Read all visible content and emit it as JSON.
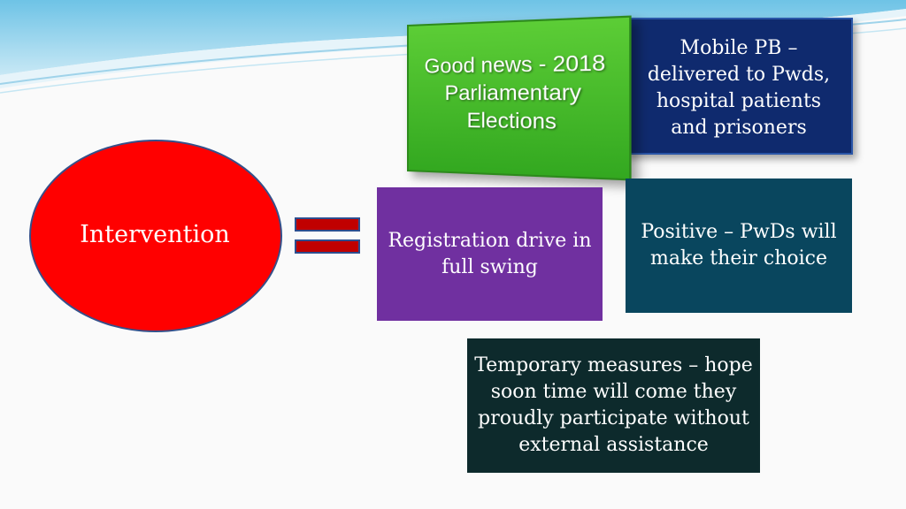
{
  "slide": {
    "mobile_box": "Mobile PB – delivered to Pwds, hospital patients and prisoners",
    "green_card": "Good news - 2018 Parliamentary Elections",
    "intervention": "Intervention",
    "registration_box": "Registration drive in full swing",
    "positive_box": "Positive – PwDs will make their choice",
    "temporary_box": "Temporary measures – hope soon time will come they proudly participate without external assistance"
  },
  "colors": {
    "oval": "#ff0000",
    "equals": "#c00000",
    "mobile_box": "#0f2a6e",
    "green_card": "#3cb528",
    "registration_box": "#7030a0",
    "positive_box": "#09465e",
    "temporary_box": "#0d2a2c"
  }
}
